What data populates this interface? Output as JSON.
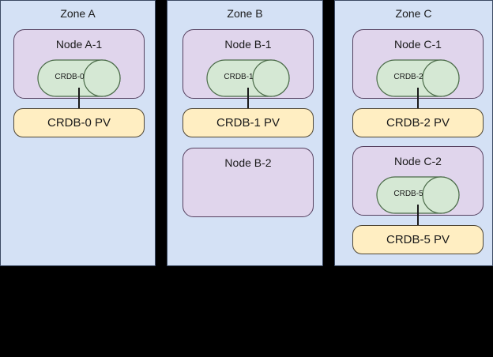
{
  "diagram": {
    "title": "CockroachDB zone / node / persistent volume topology",
    "colors": {
      "zone_fill": "#d4e1f5",
      "zone_stroke": "#3c4a63",
      "node_fill": "#e0d5ec",
      "node_stroke": "#55405f",
      "db_fill": "#d5e8d4",
      "db_stroke": "#4a6b48",
      "pv_fill": "#ffeec2",
      "pv_stroke": "#4f4634",
      "connector": "#1a1a1a",
      "background": "#000000"
    },
    "zones": [
      {
        "id": "zone-a",
        "label": "Zone A",
        "nodes": [
          {
            "id": "node-a-1",
            "label": "Node A-1",
            "database": {
              "id": "crdb-0",
              "label": "CRDB-0"
            },
            "volume": {
              "id": "crdb-0-pv",
              "label": "CRDB-0 PV"
            }
          }
        ]
      },
      {
        "id": "zone-b",
        "label": "Zone B",
        "nodes": [
          {
            "id": "node-b-1",
            "label": "Node B-1",
            "database": {
              "id": "crdb-1",
              "label": "CRDB-1"
            },
            "volume": {
              "id": "crdb-1-pv",
              "label": "CRDB-1 PV"
            }
          },
          {
            "id": "node-b-2",
            "label": "Node B-2",
            "database": null,
            "volume": null
          }
        ]
      },
      {
        "id": "zone-c",
        "label": "Zone C",
        "nodes": [
          {
            "id": "node-c-1",
            "label": "Node C-1",
            "database": {
              "id": "crdb-2",
              "label": "CRDB-2"
            },
            "volume": {
              "id": "crdb-2-pv",
              "label": "CRDB-2 PV"
            }
          },
          {
            "id": "node-c-2",
            "label": "Node C-2",
            "database": {
              "id": "crdb-5",
              "label": "CRDB-5"
            },
            "volume": {
              "id": "crdb-5-pv",
              "label": "CRDB-5 PV"
            }
          }
        ]
      }
    ]
  }
}
